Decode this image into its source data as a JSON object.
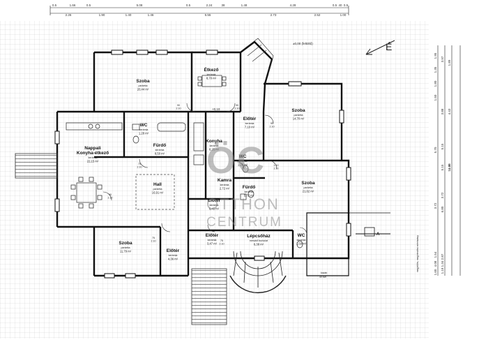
{
  "rooms": [
    {
      "id": "szoba-tl",
      "name": "Szoba",
      "floor": "parketta",
      "area": "20,44 m²"
    },
    {
      "id": "etkezo",
      "name": "Étkező",
      "floor": "kerámia",
      "area": "8,70 m²"
    },
    {
      "id": "eloter-top",
      "name": "Előtér",
      "floor": "kerámia",
      "area": "7,10 m²"
    },
    {
      "id": "szoba-tr",
      "name": "Szoba",
      "floor": "parketta",
      "area": "14,70 m²"
    },
    {
      "id": "wc-1",
      "name": "WC",
      "floor": "kerámia",
      "area": "1,28 m²"
    },
    {
      "id": "furdo-1",
      "name": "Fürdő",
      "floor": "kerámia",
      "area": "8,50 m²"
    },
    {
      "id": "konyha",
      "name": "Konyha",
      "floor": "kerámia",
      "area": "8,25 m²"
    },
    {
      "id": "wc-2",
      "name": "WC",
      "floor": "kerámia",
      "area": "1,20 m²"
    },
    {
      "id": "nappali",
      "name": "Nappali\nKonyha-étkező",
      "floor": "kerámia",
      "area": "22,15 m²"
    },
    {
      "id": "hall",
      "name": "Hall",
      "floor": "parketta",
      "area": "16,91 m²"
    },
    {
      "id": "kamra",
      "name": "Kamra",
      "floor": "kerámia",
      "area": "2,72 m²"
    },
    {
      "id": "furdo-2",
      "name": "Fürdő",
      "floor": "kerámia",
      "area": "5,72 m²"
    },
    {
      "id": "szoba-r",
      "name": "Szoba",
      "floor": "parketta",
      "area": "21,62 m²"
    },
    {
      "id": "eloter-mid",
      "name": "Előtér",
      "floor": "kerámia",
      "area": "6,45 m²"
    },
    {
      "id": "szoba-bl",
      "name": "Szoba",
      "floor": "parketta",
      "area": "11,79 m²"
    },
    {
      "id": "eloter-bl",
      "name": "Előtér",
      "floor": "kerámia",
      "area": "4,36 m²"
    },
    {
      "id": "eloter-bm",
      "name": "Előtér",
      "floor": "kerámia",
      "area": "3,47 m²"
    },
    {
      "id": "lepcsohaz",
      "name": "Lépcsőház",
      "floor": "mészkő burkolat",
      "area": "6,38 m²"
    },
    {
      "id": "wc-3",
      "name": "WC",
      "floor": "kerámia",
      "area": "1,59 m²"
    }
  ],
  "top_dims_row1": [
    "0.5",
    "1.66",
    "0.5",
    "5.08",
    "0.5",
    "2.24",
    "38",
    "1.48",
    "4.28",
    "0.5",
    "40",
    "0.5"
  ],
  "top_dims_row2": [
    "2.26",
    "1.90",
    "1.40",
    "1.46",
    "5.55",
    "2.73",
    "2.52",
    "1.00"
  ],
  "right_dims_col1": [
    "1.95",
    "1.35",
    "1.80",
    "1.50",
    "5.70",
    "3.72",
    "1.54",
    "4.08",
    "1.60"
  ],
  "right_dims_col2": [
    "3.97",
    "3.88",
    "5.15",
    "5.15",
    "3.72",
    "2.87",
    "1.34",
    "6.80",
    "1.19"
  ],
  "right_dims_col3": [
    "1.89",
    "4.43",
    "11.00",
    "14.45"
  ],
  "level_label": "±0,00 (feltöltő)",
  "level_label2": "+0,10",
  "north_label": "É",
  "section_label": "A",
  "watermark_top": "ÖC",
  "watermark_line1": "OTTHON",
  "watermark_line2": "CENTRUM",
  "right_note": "megjelölés, megjelenítési méretarány",
  "bottom_note_line1": "kazán",
  "bottom_note_line2": "40 kW",
  "door_labels": [
    "90\n2.10",
    "90\n2.10",
    "90\n2.10",
    "75\n2.10",
    "90\n2.10",
    "75\n2.10",
    "75\n2.10",
    "1.10\n2.10"
  ]
}
